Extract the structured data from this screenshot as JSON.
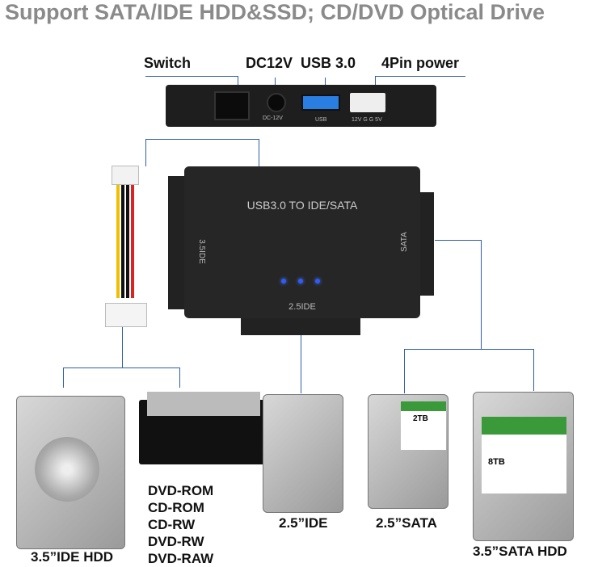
{
  "title": "Support SATA/IDE HDD&SSD; CD/DVD Optical Drive",
  "port_labels": {
    "switch": "Switch",
    "dc": "DC12V",
    "usb": "USB 3.0",
    "power": "4Pin power"
  },
  "panel_print": {
    "dc": "DC-12V",
    "usb": "USB",
    "power": "12V G G 5V"
  },
  "adapter": {
    "name": "USB3.0 TO IDE/SATA",
    "left_port": "3.5IDE",
    "right_port": "SATA",
    "bottom_port": "2.5IDE",
    "led_color": "#2d5bff"
  },
  "devices": {
    "ide35": "3.5”IDE HDD",
    "ide25": "2.5”IDE",
    "sata25": "2.5”SATA",
    "sata35": "3.5”SATA HDD"
  },
  "optical": [
    "DVD-ROM",
    "CD-ROM",
    "CD-RW",
    "DVD-RW",
    "DVD-RAW"
  ],
  "drive_caps": {
    "sata25": "2TB",
    "sata35": "8TB"
  },
  "line_color": "#2f5ea8"
}
